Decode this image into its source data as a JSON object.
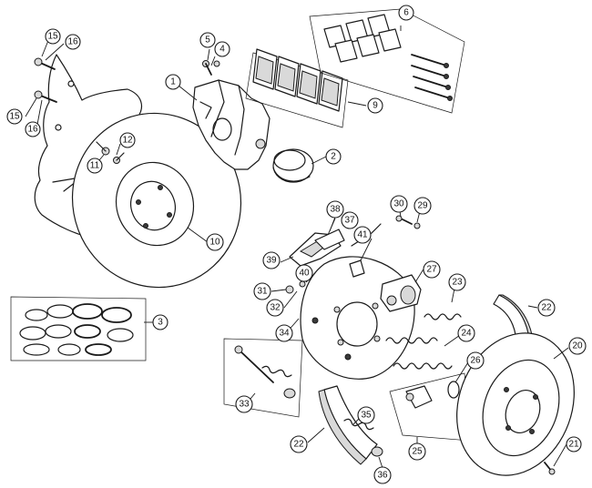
{
  "callouts": [
    {
      "id": "c1",
      "label": "1"
    },
    {
      "id": "c2",
      "label": "2"
    },
    {
      "id": "c3",
      "label": "3"
    },
    {
      "id": "c4",
      "label": "4"
    },
    {
      "id": "c5",
      "label": "5"
    },
    {
      "id": "c6",
      "label": "6"
    },
    {
      "id": "c9",
      "label": "9"
    },
    {
      "id": "c10",
      "label": "10"
    },
    {
      "id": "c11",
      "label": "11"
    },
    {
      "id": "c12",
      "label": "12"
    },
    {
      "id": "c15a",
      "label": "15"
    },
    {
      "id": "c16a",
      "label": "16"
    },
    {
      "id": "c15b",
      "label": "15"
    },
    {
      "id": "c16b",
      "label": "16"
    },
    {
      "id": "c20",
      "label": "20"
    },
    {
      "id": "c21",
      "label": "21"
    },
    {
      "id": "c22a",
      "label": "22"
    },
    {
      "id": "c22b",
      "label": "22"
    },
    {
      "id": "c23",
      "label": "23"
    },
    {
      "id": "c24",
      "label": "24"
    },
    {
      "id": "c25",
      "label": "25"
    },
    {
      "id": "c26",
      "label": "26"
    },
    {
      "id": "c27",
      "label": "27"
    },
    {
      "id": "c29",
      "label": "29"
    },
    {
      "id": "c30",
      "label": "30"
    },
    {
      "id": "c31",
      "label": "31"
    },
    {
      "id": "c32",
      "label": "32"
    },
    {
      "id": "c33",
      "label": "33"
    },
    {
      "id": "c34",
      "label": "34"
    },
    {
      "id": "c35",
      "label": "35"
    },
    {
      "id": "c36",
      "label": "36"
    },
    {
      "id": "c37",
      "label": "37"
    },
    {
      "id": "c38",
      "label": "38"
    },
    {
      "id": "c39",
      "label": "39"
    },
    {
      "id": "c40",
      "label": "40"
    },
    {
      "id": "c41",
      "label": "41"
    }
  ]
}
